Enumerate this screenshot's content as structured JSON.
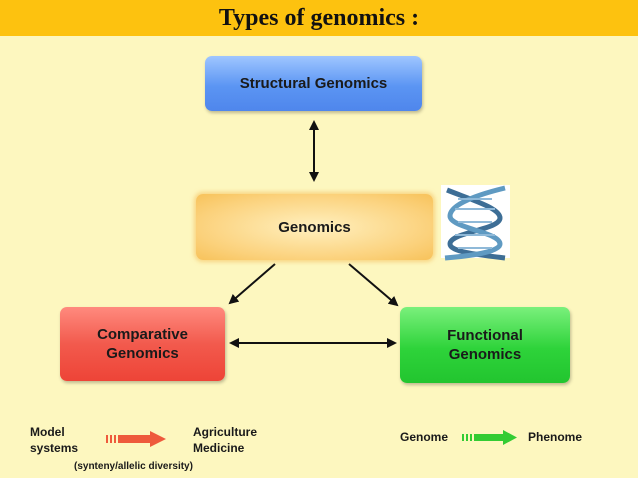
{
  "title": "Types of genomics :",
  "nodes": {
    "structural": "Structural Genomics",
    "genomics": "Genomics",
    "comparative_line1": "Comparative",
    "comparative_line2": "Genomics",
    "functional_line1": "Functional",
    "functional_line2": "Genomics"
  },
  "legend": {
    "left_from_line1": "Model",
    "left_from_line2": "systems",
    "left_to_line1": "Agriculture",
    "left_to_line2": "Medicine",
    "left_note": "(synteny/allelic diversity)",
    "right_from": "Genome",
    "right_to": "Phenome"
  },
  "colors": {
    "title_bar": "#fdc20f",
    "background": "#fdf7bf",
    "structural": "#5b95f3",
    "genomics": "#fbd17b",
    "comparative": "#f25a4d",
    "functional": "#2ed33a",
    "legend_left_arrow": "#ee5a3c",
    "legend_right_arrow": "#33cc33"
  },
  "icons": {
    "dna": "dna-helix-icon"
  }
}
